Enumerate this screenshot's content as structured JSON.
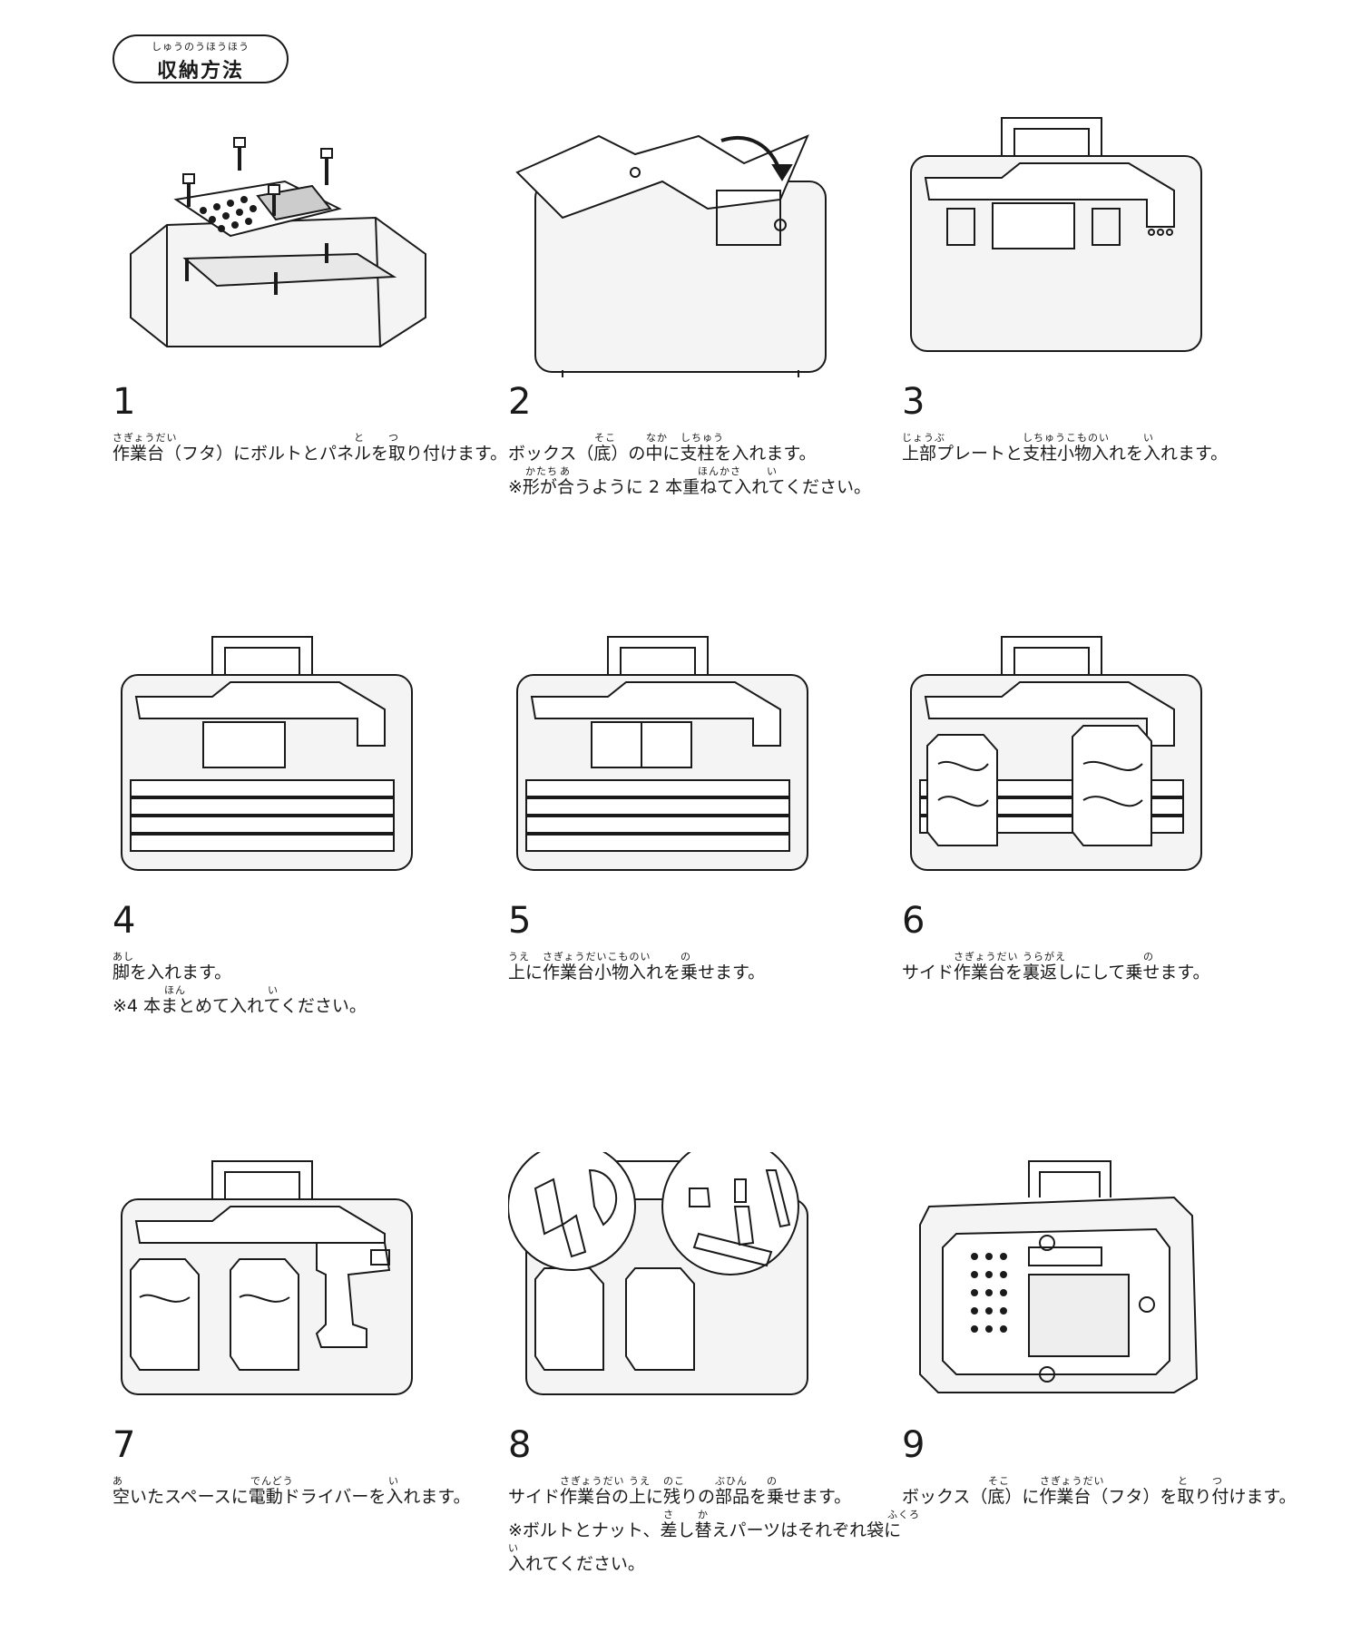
{
  "header": {
    "title": "収納方法",
    "title_ruby": "しゅうのうほうほう"
  },
  "steps": [
    {
      "num": "1",
      "lines": [
        {
          "text": "作業台（フタ）にボルトとパネルを取り付けます。",
          "ruby": [
            {
              "t": "さぎょうだい",
              "at": 0
            },
            {
              "t": "と",
              "at": 14
            },
            {
              "t": "つ",
              "at": 16
            }
          ]
        }
      ]
    },
    {
      "num": "2",
      "lines": [
        {
          "text": "ボックス（底）の中に支柱を入れます。",
          "ruby": [
            {
              "t": "そこ",
              "at": 5
            },
            {
              "t": "なか",
              "at": 8
            },
            {
              "t": "しちゅう",
              "at": 10
            }
          ]
        },
        {
          "text": "※形が合うように 2 本重ねて入れてください。",
          "ruby": [
            {
              "t": "かたち",
              "at": 1
            },
            {
              "t": "あ",
              "at": 3
            },
            {
              "t": "ほんかさ",
              "at": 11
            },
            {
              "t": "い",
              "at": 15
            }
          ]
        }
      ]
    },
    {
      "num": "3",
      "lines": [
        {
          "text": "上部プレートと支柱小物入れを入れます。",
          "ruby": [
            {
              "t": "じょうぶ",
              "at": 0
            },
            {
              "t": "しちゅうこものい",
              "at": 7
            },
            {
              "t": "い",
              "at": 14
            }
          ]
        }
      ]
    },
    {
      "num": "4",
      "lines": [
        {
          "text": "脚を入れます。",
          "ruby": [
            {
              "t": "あし",
              "at": 0
            }
          ]
        },
        {
          "text": "※4 本まとめて入れてください。",
          "ruby": [
            {
              "t": "ほん",
              "at": 3
            },
            {
              "t": "い",
              "at": 9
            }
          ]
        }
      ]
    },
    {
      "num": "5",
      "lines": [
        {
          "text": "上に作業台小物入れを乗せます。",
          "ruby": [
            {
              "t": "うえ",
              "at": 0
            },
            {
              "t": "さぎょうだいこものい",
              "at": 2
            },
            {
              "t": "の",
              "at": 10
            }
          ]
        }
      ]
    },
    {
      "num": "6",
      "lines": [
        {
          "text": "サイド作業台を裏返しにして乗せます。",
          "ruby": [
            {
              "t": "さぎょうだい",
              "at": 3
            },
            {
              "t": "うらがえ",
              "at": 7
            },
            {
              "t": "の",
              "at": 14
            }
          ]
        }
      ]
    },
    {
      "num": "7",
      "lines": [
        {
          "text": "空いたスペースに電動ドライバーを入れます。",
          "ruby": [
            {
              "t": "あ",
              "at": 0
            },
            {
              "t": "でんどう",
              "at": 8
            },
            {
              "t": "い",
              "at": 16
            }
          ]
        }
      ]
    },
    {
      "num": "8",
      "lines": [
        {
          "text": "サイド作業台の上に残りの部品を乗せます。",
          "ruby": [
            {
              "t": "さぎょうだい",
              "at": 3
            },
            {
              "t": "うえ",
              "at": 7
            },
            {
              "t": "のこ",
              "at": 9
            },
            {
              "t": "ぶひん",
              "at": 12
            },
            {
              "t": "の",
              "at": 15
            }
          ]
        },
        {
          "text": "※ボルトとナット、差し替えパーツはそれぞれ袋に",
          "ruby": [
            {
              "t": "さ",
              "at": 9
            },
            {
              "t": "か",
              "at": 11
            },
            {
              "t": "ふくろ",
              "at": 22
            }
          ]
        },
        {
          "text": "入れてください。",
          "ruby": [
            {
              "t": "い",
              "at": 0
            }
          ]
        }
      ]
    },
    {
      "num": "9",
      "lines": [
        {
          "text": "ボックス（底）に作業台（フタ）を取り付けます。",
          "ruby": [
            {
              "t": "そこ",
              "at": 5
            },
            {
              "t": "さぎょうだい",
              "at": 8
            },
            {
              "t": "と",
              "at": 16
            },
            {
              "t": "つ",
              "at": 18
            }
          ]
        }
      ]
    }
  ]
}
